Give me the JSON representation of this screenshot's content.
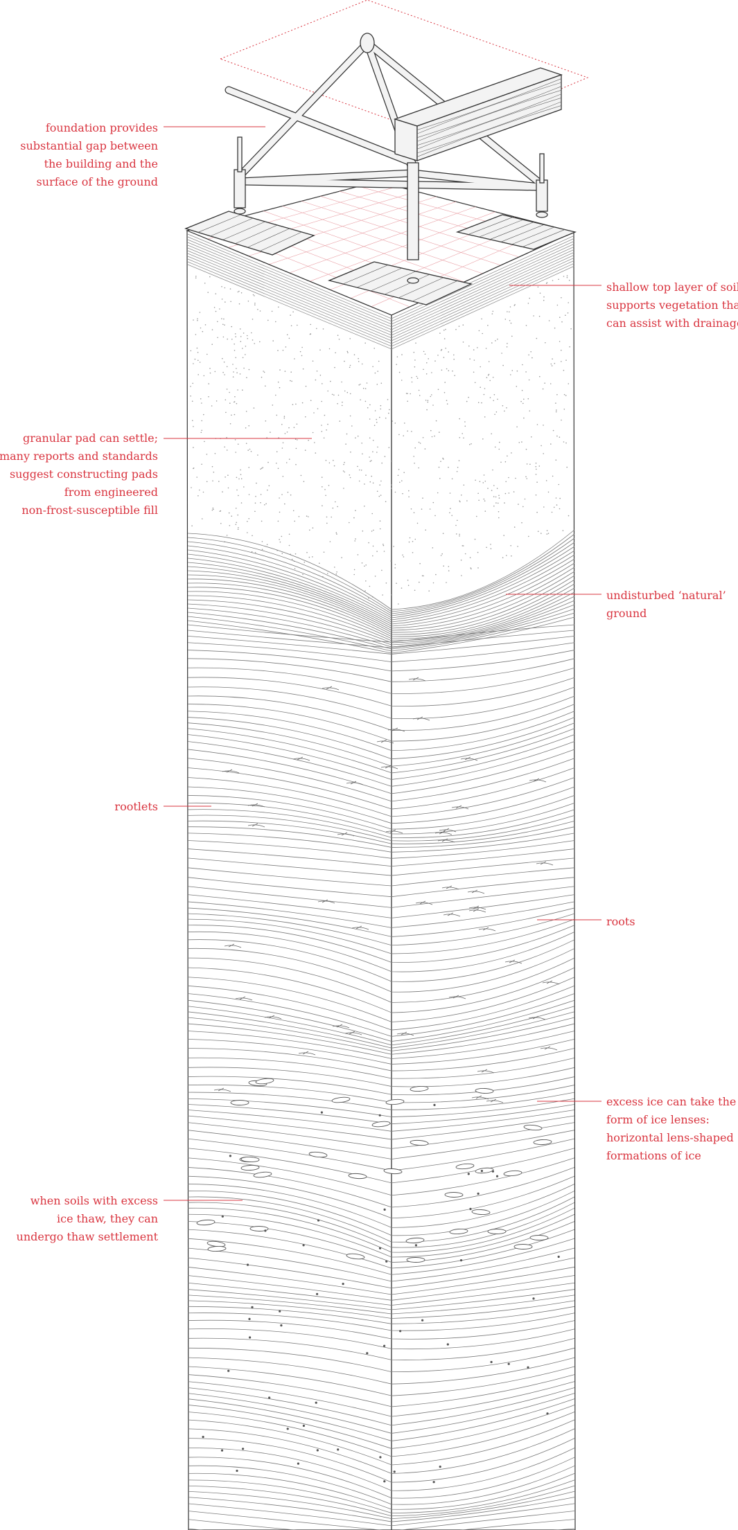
{
  "colors": {
    "annotation": "#d9343f",
    "ink": "#333333",
    "ink_light": "#8a8a8a",
    "ink_faint": "#b0b0b0",
    "wood": "#f3f3f3",
    "background": "#ffffff"
  },
  "annotations": {
    "foundation_gap": [
      "foundation provides",
      "substantial gap between",
      "the building and the",
      "surface of the ground"
    ],
    "top_soil": [
      "shallow top layer of soil",
      "supports vegetation that",
      "can assist with drainage"
    ],
    "granular_pad": [
      "granular pad can settle;",
      "many reports and standards",
      "suggest constructing pads",
      "from engineered",
      "non-frost-susceptible fill"
    ],
    "natural_ground": [
      "undisturbed ‘natural’",
      "ground"
    ],
    "rootlets": [
      "rootlets"
    ],
    "roots": [
      "roots"
    ],
    "ice_lenses": [
      "excess ice can take the",
      "form of ice lenses:",
      "horizontal lens-shaped",
      "formations of ice"
    ],
    "thaw_settlement": [
      "when soils with excess",
      "ice thaw, they can",
      "undergo thaw settlement"
    ]
  }
}
